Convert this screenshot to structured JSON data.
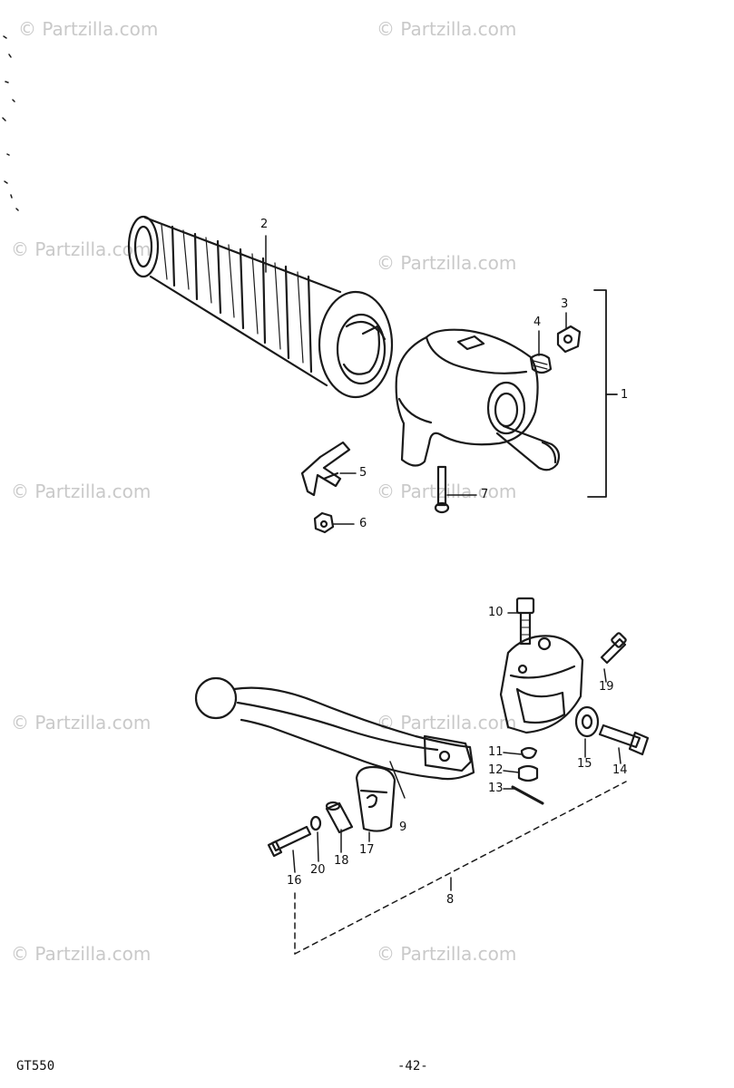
{
  "watermark": "© Partzilla.com",
  "footer": {
    "model": "GT550",
    "page": "-42-"
  },
  "callouts": {
    "c1": "1",
    "c2": "2",
    "c3": "3",
    "c4": "4",
    "c5": "5",
    "c6": "6",
    "c7": "7",
    "c8": "8",
    "c9": "9",
    "c10": "10",
    "c11": "11",
    "c12": "12",
    "c13": "13",
    "c14": "14",
    "c15": "15",
    "c16": "16",
    "c17": "17",
    "c18": "18",
    "c19": "19",
    "c20": "20"
  },
  "colors": {
    "ink": "#1a1a1a",
    "watermark": "#c9c9c9",
    "paper": "#ffffff"
  }
}
